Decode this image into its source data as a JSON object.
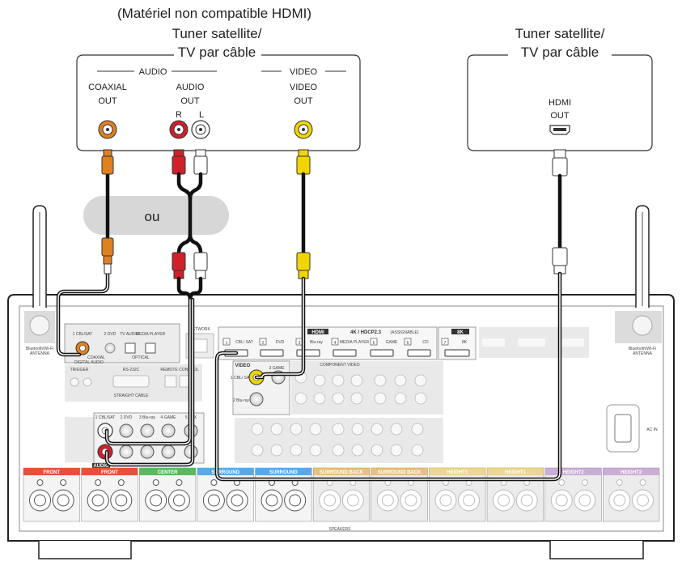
{
  "source_device": {
    "note": "(Matériel non compatible HDMI)",
    "name_line1": "Tuner satellite/",
    "name_line2": "TV par câble",
    "audio_group": "AUDIO",
    "video_group": "VIDEO",
    "coaxial_label1": "COAXIAL",
    "coaxial_label2": "OUT",
    "audio_label1": "AUDIO",
    "audio_label2": "OUT",
    "audio_r": "R",
    "audio_l": "L",
    "video_label1": "VIDEO",
    "video_label2": "OUT"
  },
  "hdmi_device": {
    "name_line1": "Tuner satellite/",
    "name_line2": "TV par câble",
    "hdmi_label1": "HDMI",
    "hdmi_label2": "OUT"
  },
  "alternative_label": "ou",
  "receiver": {
    "antenna_left": "Bluetooth/Wi-Fi",
    "antenna_left2": "ANTENNA",
    "antenna_right": "Bluetooth/Wi-Fi",
    "antenna_right2": "ANTENNA",
    "network": "NETWORK",
    "digital_audio": "DIGITAL AUDIO",
    "coaxial": "COAXIAL",
    "optical": "OPTICAL",
    "cbl_sat": "1 CBL/SAT",
    "dvd2": "2 DVD",
    "tv_audio": "TV AUDIO",
    "media_player": "MEDIA PLAYER",
    "hdmi_in": "HDMI",
    "hdmi_spec": "4K / HDCP2.3",
    "assignable": "(ASSIGNABLE)",
    "hdmi_inputs": [
      "CBL/ SAT",
      "DVD",
      "Blu-ray",
      "MEDIA PLAYER",
      "GAME",
      "CD"
    ],
    "hdmi_nums": [
      "1",
      "2",
      "3",
      "4",
      "5",
      "6"
    ],
    "eightk": "8K",
    "eightk_num": "7",
    "eightk_label": "8K",
    "video_in": "VIDEO",
    "video_cbl": "1 CBL/ SAT",
    "video_bluray": "2 Blu-ray",
    "video_game": "3 GAME",
    "component_video": "COMPONENT VIDEO",
    "trigger": "TRIGGER",
    "rs232c": "RS-232C",
    "remote_control": "REMOTE CONTROL",
    "straight_cable": "STRAIGHT CABLE",
    "audio_in": "AUDIO",
    "audio_inputs": [
      "1 CBL/SAT",
      "2 DVD",
      "3 Blu-ray",
      "4 GAME",
      "5 AUX"
    ],
    "ac_in": "AC IN",
    "speakers": "SPEAKERS",
    "speaker_labels": [
      "FRONT",
      "FRONT",
      "CENTER",
      "SURROUND",
      "SURROUND",
      "SURROUND BACK",
      "SURROUND BACK",
      "HEIGHT1",
      "HEIGHT1",
      "HEIGHT2",
      "HEIGHT2"
    ],
    "speaker_colors": [
      "#e8503a",
      "#e8503a",
      "#5cb85c",
      "#5aa9e6",
      "#5aa9e6",
      "#e79d2a",
      "#e79d2a",
      "#f0c24a",
      "#f0c24a",
      "#b07cc6",
      "#b07cc6"
    ]
  }
}
